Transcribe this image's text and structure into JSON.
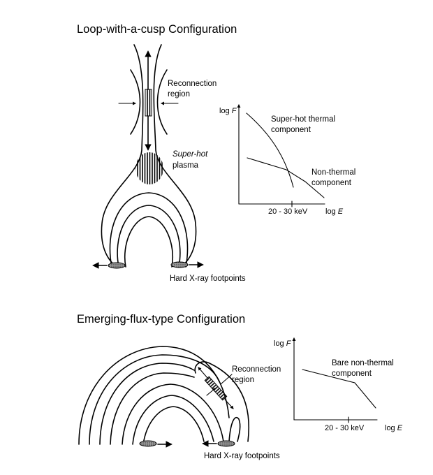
{
  "top": {
    "title": "Loop-with-a-cusp Configuration",
    "labels": {
      "reconnection_line1": "Reconnection",
      "reconnection_line2": "region",
      "superhot_line1": "Super-hot",
      "superhot_line2": "plasma",
      "footpoints": "Hard X-ray footpoints"
    },
    "spectrum": {
      "y_axis_prefix": "log",
      "y_axis_var": "F",
      "x_axis_prefix": "log",
      "x_axis_var": "E",
      "tick_label": "20 - 30 keV",
      "thermal_line1": "Super-hot thermal",
      "thermal_line2": "component",
      "nonthermal_line1": "Non-thermal",
      "nonthermal_line2": "component"
    }
  },
  "bottom": {
    "title": "Emerging-flux-type Configuration",
    "labels": {
      "reconnection_line1": "Reconnection",
      "reconnection_line2": "region",
      "footpoints": "Hard X-ray footpoints"
    },
    "spectrum": {
      "y_axis_prefix": "log",
      "y_axis_var": "F",
      "x_axis_prefix": "log",
      "x_axis_var": "E",
      "tick_label": "20 - 30 keV",
      "component_line1": "Bare non-thermal",
      "component_line2": "component"
    }
  }
}
